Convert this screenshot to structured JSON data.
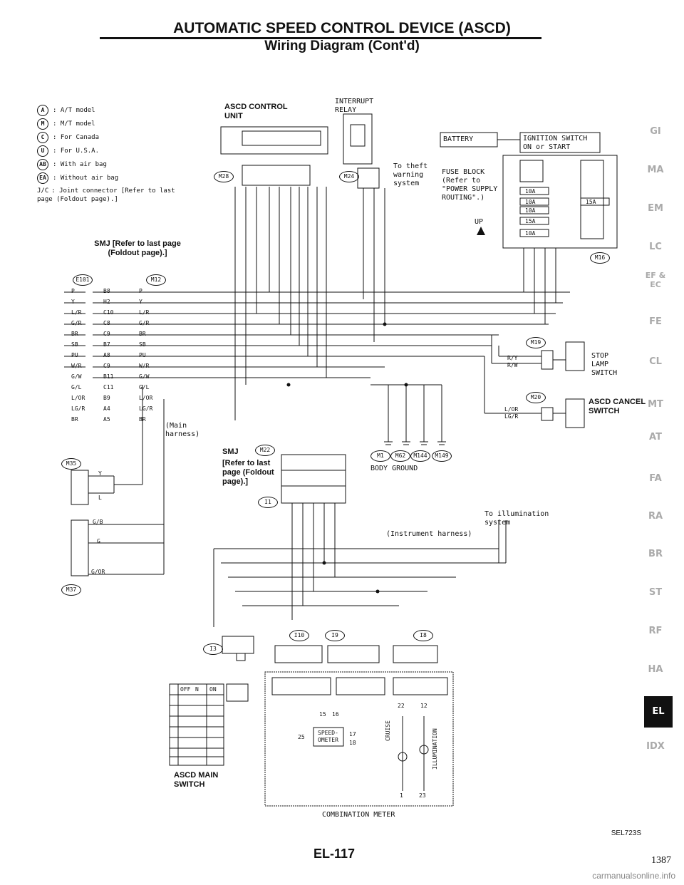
{
  "header": {
    "title": "AUTOMATIC SPEED CONTROL DEVICE (ASCD)",
    "subtitle": "Wiring Diagram (Cont'd)"
  },
  "legend": [
    {
      "sym": "A",
      "text": ": A/T model"
    },
    {
      "sym": "M",
      "text": ": M/T model"
    },
    {
      "sym": "C",
      "text": ": For Canada"
    },
    {
      "sym": "U",
      "text": ": For U.S.A."
    },
    {
      "sym": "AB",
      "text": ": With air bag"
    },
    {
      "sym": "EA",
      "text": ": Without air bag"
    },
    {
      "sym": "J/C",
      "text": ": Joint connector [Refer to last page (Foldout page).]"
    }
  ],
  "labels": {
    "ascd_control_unit": "ASCD CONTROL UNIT",
    "interrupt_relay": "INTERRUPT RELAY",
    "theft_warning": "To theft warning system",
    "battery": "BATTERY",
    "ignition_switch": "IGNITION SWITCH ON or START",
    "fuse_block": "FUSE BLOCK (Refer to \"POWER SUPPLY ROUTING\".)",
    "up": "UP",
    "smj_top": "SMJ [Refer to last page (Foldout page).]",
    "main_harness": "(Main harness)",
    "smj_mid": "SMJ",
    "smj_mid_ref": "[Refer to last page (Foldout page).]",
    "body_ground": "BODY GROUND",
    "stop_lamp_switch": "STOP LAMP SWITCH",
    "ascd_cancel_switch": "ASCD CANCEL SWITCH",
    "illumination": "To illumination system",
    "instrument_harness": "(Instrument harness)",
    "ascd_main_switch": "ASCD MAIN SWITCH",
    "combination_meter": "COMBINATION METER",
    "speedometer": "SPEED-OMETER",
    "cruise": "CRUISE",
    "illumination_lamp": "ILLUMINATION",
    "m_switch_off": "OFF",
    "m_switch_n": "N",
    "m_switch_on": "ON"
  },
  "connectors": {
    "m28": "M28",
    "m24": "M24",
    "e101": "E101",
    "m12": "M12",
    "m16": "M16",
    "m19": "M19",
    "m20": "M20",
    "m35": "M35",
    "m37": "M37",
    "m22": "M22",
    "i1": "I1",
    "m1": "M1",
    "m62": "M62",
    "m144": "M144",
    "m149": "M149",
    "i3": "I3",
    "i10": "I10",
    "i9": "I9",
    "i8": "I8"
  },
  "fuses": [
    "10A",
    "10A",
    "10A",
    "15A",
    "15A",
    "10A"
  ],
  "smj_rows": [
    {
      "l": "P",
      "m": "B8",
      "r": "P"
    },
    {
      "l": "Y",
      "m": "H2",
      "r": "Y"
    },
    {
      "l": "L/R",
      "m": "C10",
      "r": "L/R"
    },
    {
      "l": "G/R",
      "m": "C8",
      "r": "G/R"
    },
    {
      "l": "BR",
      "m": "C9",
      "r": "BR"
    },
    {
      "l": "SB",
      "m": "B7",
      "r": "SB"
    },
    {
      "l": "PU",
      "m": "A8",
      "r": "PU"
    },
    {
      "l": "W/R",
      "m": "C9",
      "r": "W/R"
    },
    {
      "l": "G/W",
      "m": "B11",
      "r": "G/W"
    },
    {
      "l": "G/L",
      "m": "C11",
      "r": "G/L"
    },
    {
      "l": "L/OR",
      "m": "B9",
      "r": "L/OR"
    },
    {
      "l": "LG/R",
      "m": "A4",
      "r": "LG/R"
    },
    {
      "l": "BR",
      "m": "A5",
      "r": "BR"
    }
  ],
  "wires": {
    "m35_y": "Y",
    "m35_l": "L",
    "m37_gb": "G/B",
    "m37_g": "G",
    "m37_gor": "G/OR",
    "stop_ry": "R/Y",
    "stop_rw": "R/W",
    "cancel_lor": "L/OR",
    "cancel_lgr": "LG/R"
  },
  "meter_pins": {
    "p15": "15",
    "p16": "16",
    "p25": "25",
    "p17": "17",
    "p18": "18",
    "p22": "22",
    "p12": "12",
    "p1": "1",
    "p23": "23"
  },
  "tabs": [
    "GI",
    "MA",
    "EM",
    "LC",
    "EF & EC",
    "FE",
    "CL",
    "MT",
    "AT",
    "FA",
    "RA",
    "BR",
    "ST",
    "RF",
    "HA",
    "EL",
    "IDX"
  ],
  "footer": {
    "figure_code": "SEL723S",
    "page_code": "EL-117",
    "page_number": "1387",
    "watermark": "carmanualsonline.info"
  }
}
